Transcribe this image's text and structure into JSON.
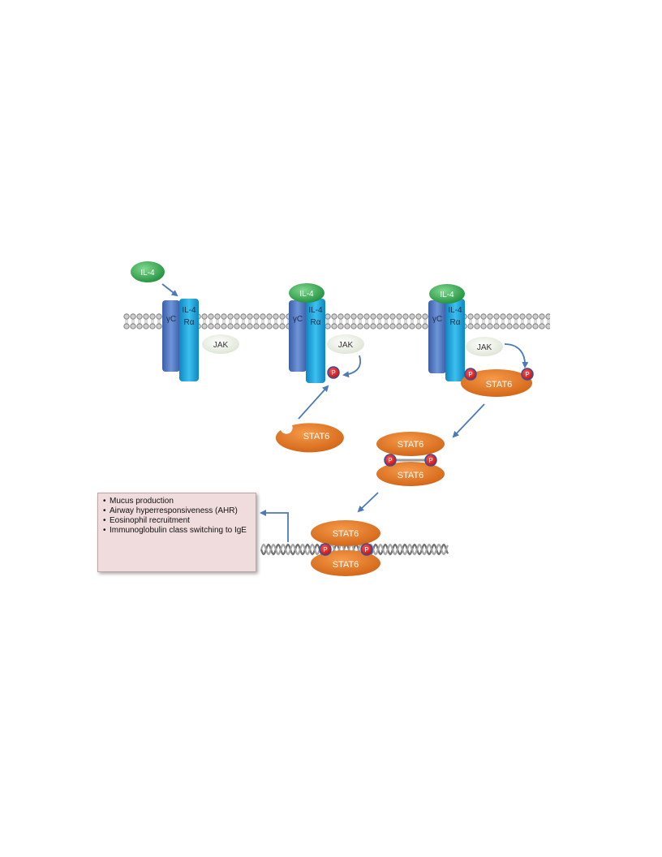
{
  "ligand": {
    "label": "IL-4"
  },
  "receptor": {
    "gamma_label": "γC",
    "alpha_line1": "IL-4",
    "alpha_line2": "Rα"
  },
  "kinase": {
    "label": "JAK"
  },
  "transcription_factor": {
    "label": "STAT6"
  },
  "phospho": {
    "label": "P"
  },
  "outcomes": [
    "Mucus production",
    "Airway hyperresponsiveness (AHR)",
    "Eosinophil recruitment",
    "Immunoglobulin class switching to IgE"
  ],
  "colors": {
    "il4": "#2ea84e",
    "gamma_chain": "#4a74c0",
    "alpha_chain": "#1aa3dd",
    "jak": "#eef2e6",
    "stat6": "#e2741c",
    "phospho": "#e02020",
    "arrow": "#4a7ab8",
    "outcome_box": "#f0dcdc"
  }
}
